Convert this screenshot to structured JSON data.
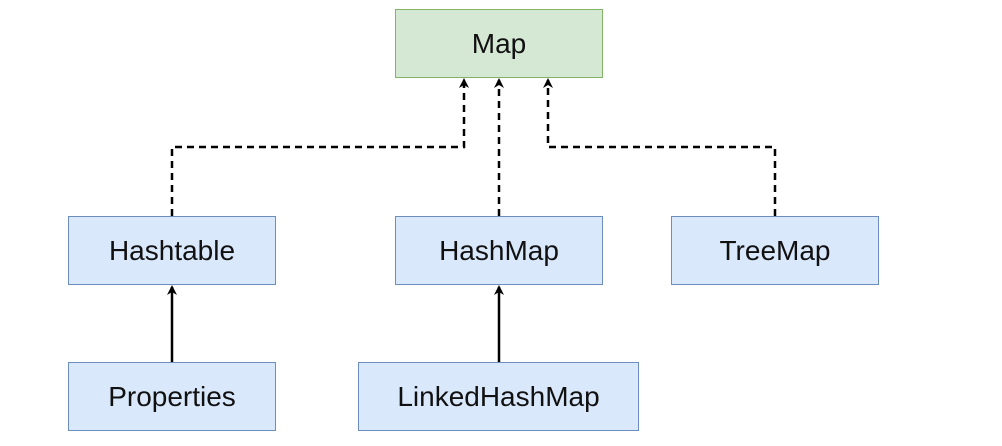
{
  "diagram": {
    "nodes": {
      "map": {
        "label": "Map",
        "kind": "interface"
      },
      "hashtable": {
        "label": "Hashtable",
        "kind": "class"
      },
      "hashmap": {
        "label": "HashMap",
        "kind": "class"
      },
      "treemap": {
        "label": "TreeMap",
        "kind": "class"
      },
      "properties": {
        "label": "Properties",
        "kind": "class"
      },
      "linkedhashmap": {
        "label": "LinkedHashMap",
        "kind": "class"
      }
    },
    "edges": [
      {
        "from": "hashtable",
        "to": "map",
        "relation": "implements",
        "style": "dashed"
      },
      {
        "from": "hashmap",
        "to": "map",
        "relation": "implements",
        "style": "dashed"
      },
      {
        "from": "treemap",
        "to": "map",
        "relation": "implements",
        "style": "dashed"
      },
      {
        "from": "properties",
        "to": "hashtable",
        "relation": "extends",
        "style": "solid"
      },
      {
        "from": "linkedhashmap",
        "to": "hashmap",
        "relation": "extends",
        "style": "solid"
      }
    ],
    "colors": {
      "interface_fill": "#d5e8d4",
      "interface_border": "#82b366",
      "class_fill": "#dae8fc",
      "class_border": "#6c8ebf",
      "edge": "#000000"
    }
  }
}
